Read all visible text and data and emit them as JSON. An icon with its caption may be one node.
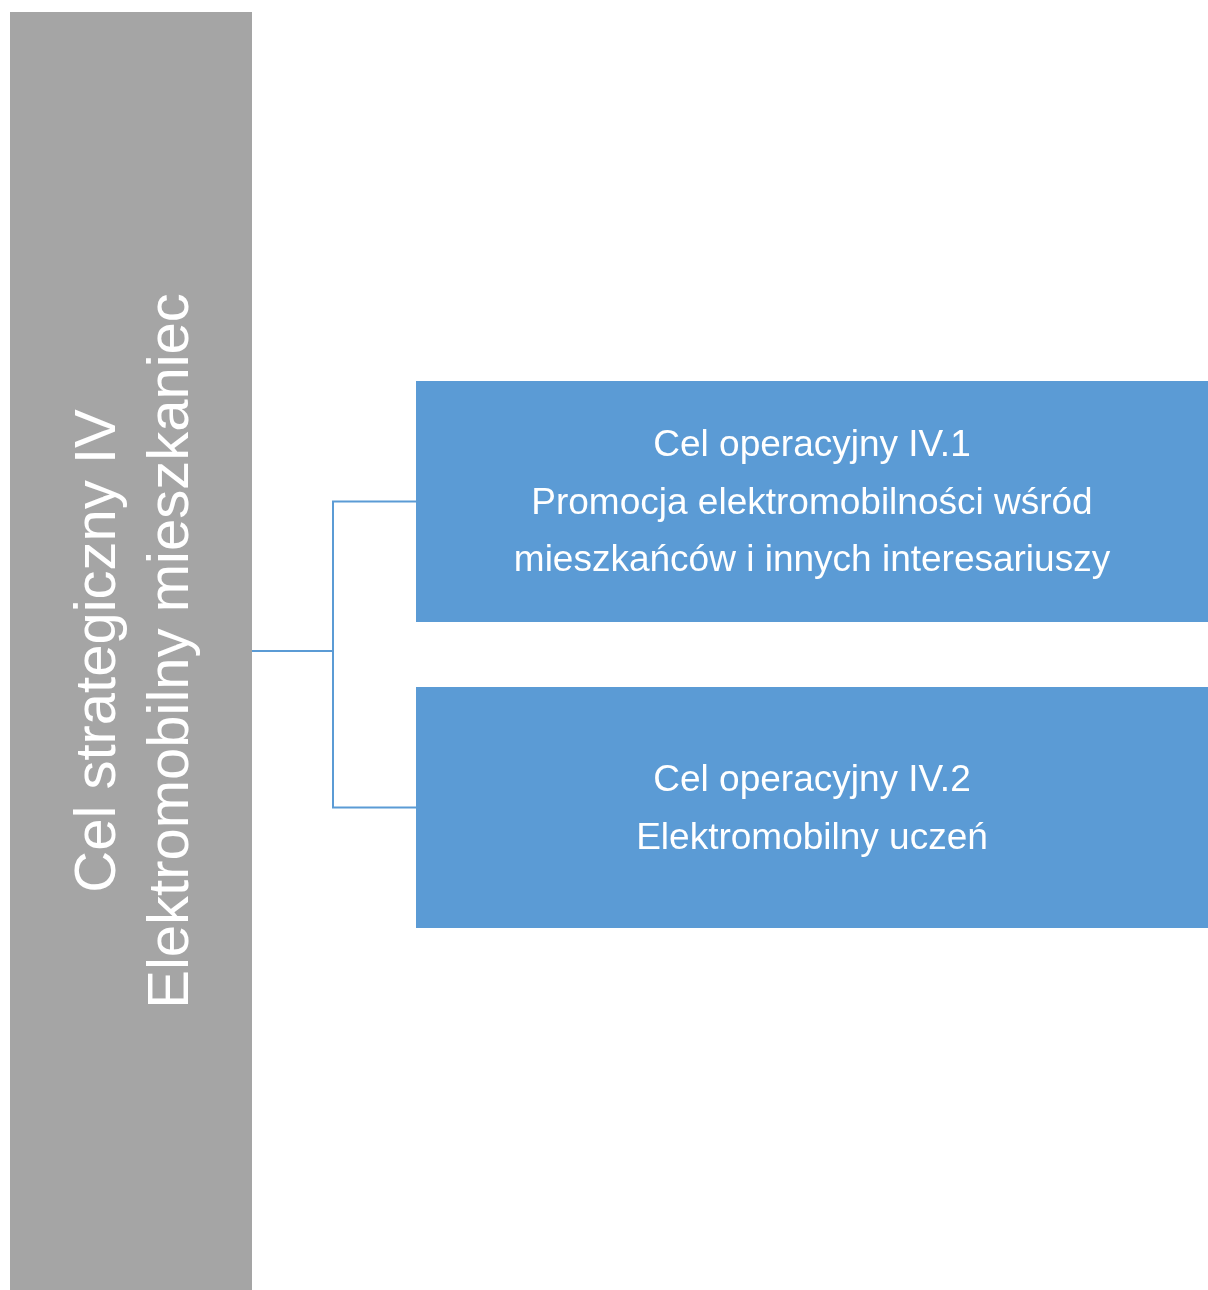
{
  "diagram": {
    "nodes": [
      {
        "text": [
          "Cel strategiczny IV",
          "Elektromobilny mieszkaniec"
        ]
      },
      {
        "text": [
          "Cel operacyjny IV.1",
          "Promocja elektromobilności wśród mieszkańców i innych interesariuszy"
        ]
      },
      {
        "text": [
          "Cel operacyjny IV.2",
          "Elektromobilny uczeń"
        ]
      }
    ],
    "edges": [
      {
        "from": 0,
        "to": 1,
        "arrow": "none"
      },
      {
        "from": 0,
        "to": 2,
        "arrow": "none"
      }
    ]
  }
}
